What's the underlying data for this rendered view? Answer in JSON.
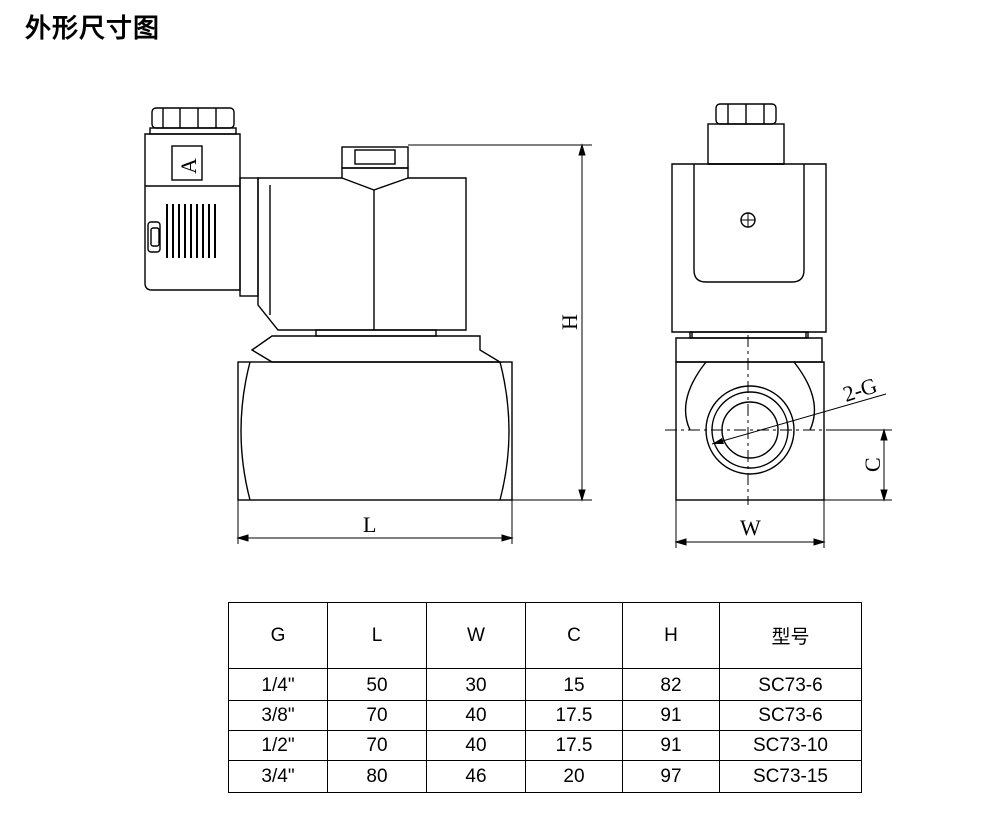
{
  "page": {
    "title": "外形尺寸图"
  },
  "dimensions": {
    "L": "L",
    "H": "H",
    "W": "W",
    "C": "C",
    "G": "2-G",
    "coil_mark": "A"
  },
  "table": {
    "headers": [
      "G",
      "L",
      "W",
      "C",
      "H",
      "型号"
    ],
    "rows": [
      [
        "1/4\"",
        "50",
        "30",
        "15",
        "82",
        "SC73-6"
      ],
      [
        "3/8\"",
        "70",
        "40",
        "17.5",
        "91",
        "SC73-6"
      ],
      [
        "1/2\"",
        "70",
        "40",
        "17.5",
        "91",
        "SC73-10"
      ],
      [
        "3/4\"",
        "80",
        "46",
        "20",
        "97",
        "SC73-15"
      ]
    ]
  }
}
